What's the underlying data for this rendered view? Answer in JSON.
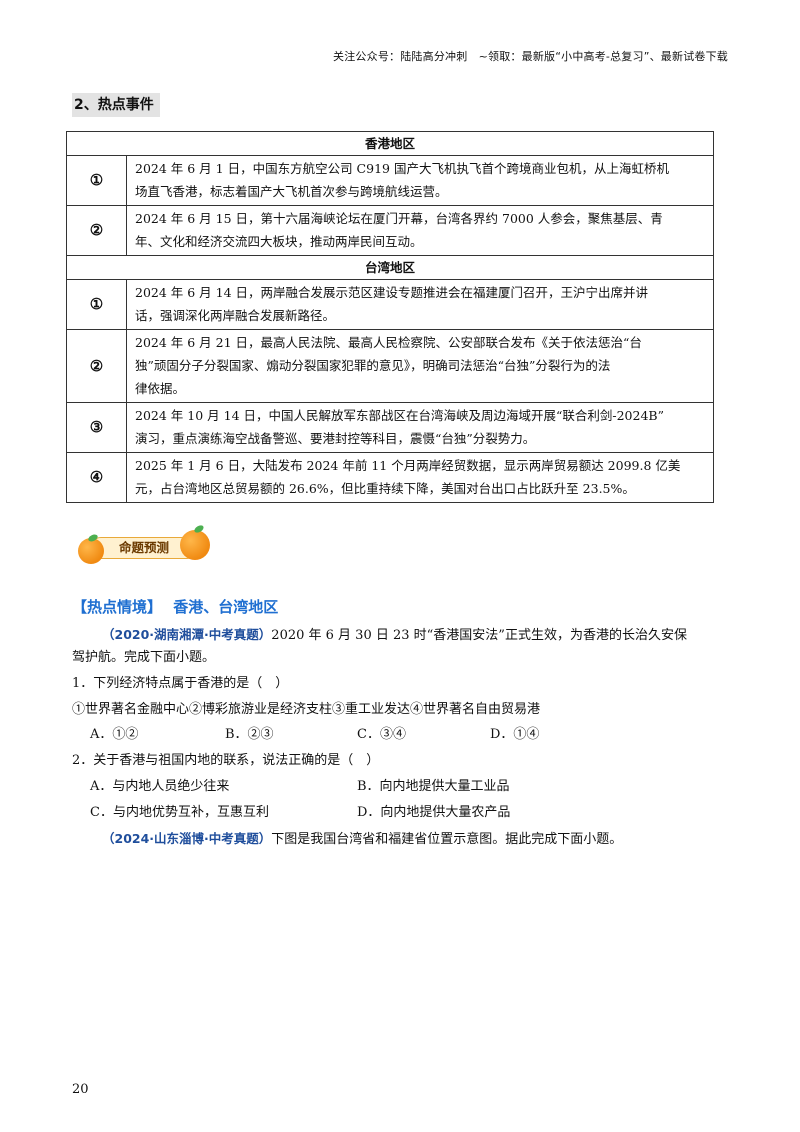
{
  "header": {
    "text": "关注公众号：陆陆高分冲刺　~领取：最新版“小中高考-总复习”、最新试卷下载"
  },
  "section": {
    "title": "2、热点事件"
  },
  "table": {
    "hk_region": "香港地区",
    "hk_rows": [
      {
        "num": "①",
        "lines": [
          "2024 年 6 月 1 日，中国东方航空公司 C919 国产大飞机执飞首个跨境商业包机，从上海虹桥机",
          "场直飞香港，标志着国产大飞机首次参与跨境航线运营。"
        ]
      },
      {
        "num": "②",
        "lines": [
          "2024 年 6 月 15 日，第十六届海峡论坛在厦门开幕，台湾各界约 7000 人参会，聚焦基层、青",
          "年、文化和经济交流四大板块，推动两岸民间互动。"
        ]
      }
    ],
    "tw_region": "台湾地区",
    "tw_rows": [
      {
        "num": "①",
        "lines": [
          "2024 年 6 月 14 日，两岸融合发展示范区建设专题推进会在福建厦门召开，王沪宁出席并讲",
          "话，强调深化两岸融合发展新路径。"
        ]
      },
      {
        "num": "②",
        "lines": [
          "2024 年 6 月 21 日，最高人民法院、最高人民检察院、公安部联合发布《关于依法惩治“台",
          "独”顽固分子分裂国家、煽动分裂国家犯罪的意见》，明确司法惩治“台独”分裂行为的法",
          "律依据。"
        ]
      },
      {
        "num": "③",
        "lines": [
          "2024 年 10 月 14 日，中国人民解放军东部战区在台湾海峡及周边海域开展“联合利剑-2024B”",
          "演习，重点演练海空战备警巡、要港封控等科目，震慑“台独”分裂势力。"
        ]
      },
      {
        "num": "④",
        "lines": [
          "2025 年 1 月 6 日，大陆发布 2024 年前 11 个月两岸经贸数据，显示两岸贸易额达 2099.8 亿美",
          "元，占台湾地区总贸易额的 26.6%，但比重持续下降，美国对台出口占比跃升至 23.5%。"
        ]
      }
    ]
  },
  "badge": {
    "label": "命题预测"
  },
  "hotspot": {
    "bracket_title": "【热点情境】",
    "topic": "香港、台湾地区"
  },
  "q_block1": {
    "source": "（2020·湖南湘潭·中考真题）",
    "intro_1": "2020 年 6 月 30 日 23 时“香港国安法”正式生效，为香港的长治久安保",
    "intro_2": "驾护航。完成下面小题。"
  },
  "q1": {
    "stem": "1．下列经济特点属于香港的是（　）",
    "statement": "①世界著名金融中心②博彩旅游业是经济支柱③重工业发达④世界著名自由贸易港",
    "options": [
      "A．①②",
      "B．②③",
      "C．③④",
      "D．①④"
    ]
  },
  "q2": {
    "stem": "2．关于香港与祖国内地的联系，说法正确的是（　）",
    "options": [
      "A．与内地人员绝少往来",
      "B．向内地提供大量工业品",
      "C．与内地优势互补，互惠互利",
      "D．向内地提供大量农产品"
    ]
  },
  "q_block2": {
    "source": "（2024·山东淄博·中考真题）",
    "intro": "下图是我国台湾省和福建省位置示意图。据此完成下面小题。"
  },
  "page": {
    "number": "20"
  }
}
